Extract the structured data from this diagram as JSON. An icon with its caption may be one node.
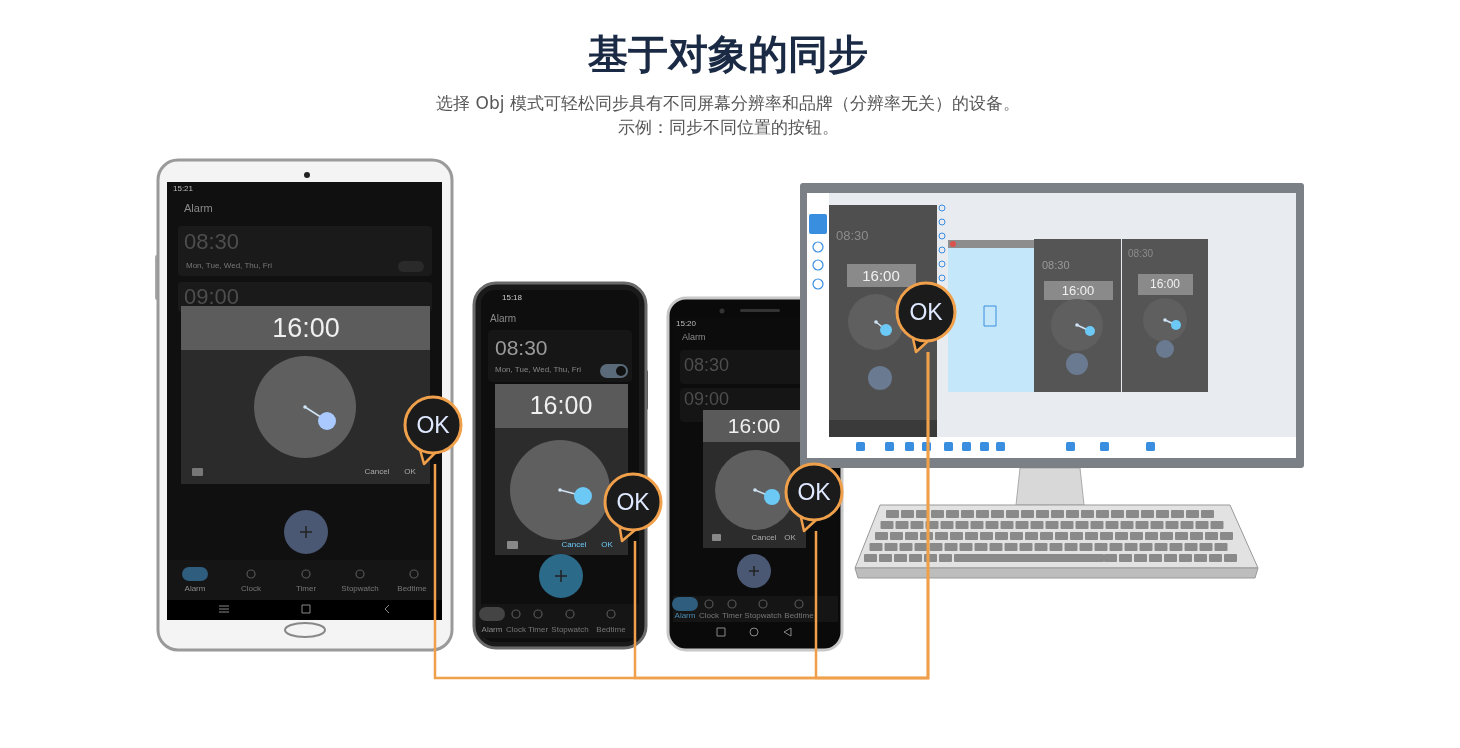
{
  "diagram": {
    "title": "基于对象的同步",
    "nodes": [
      {
        "text": [
          "OK"
        ]
      },
      {
        "text": [
          "OK"
        ]
      },
      {
        "text": [
          "OK"
        ]
      },
      {
        "text": [
          "OK"
        ]
      }
    ],
    "edges": [
      {
        "from": 3,
        "to": 0,
        "arrow": "none",
        "color": "#f0a04a"
      },
      {
        "from": 3,
        "to": 1,
        "arrow": "none",
        "color": "#f0a04a"
      },
      {
        "from": 3,
        "to": 2,
        "arrow": "none",
        "color": "#f0a04a"
      }
    ],
    "labels": [
      "选择 Obj 模式可轻松同步具有不同屏幕分辨率和品牌（分辨率无关）的设备。",
      "示例：同步不同位置的按钮。",
      "15:21",
      "Alarm",
      "08:30",
      "Mon, Tue, Wed, Thu, Fri",
      "09:00",
      "16:00",
      "Cancel",
      "OK",
      "Alarm",
      "Clock",
      "Timer",
      "Stopwatch",
      "Bedtime",
      "15:18",
      "Alarm",
      "08:30",
      "Mon, Tue, Wed, Thu, Fri",
      "16:00",
      "Cancel",
      "OK",
      "Alarm",
      "Clock",
      "Timer",
      "Stopwatch",
      "Bedtime",
      "15:20",
      "Alarm",
      "08:30",
      "09:00",
      "16:00",
      "Cancel",
      "OK",
      "Alarm",
      "Clock",
      "Timer",
      "Stopwatch",
      "Bedtime",
      "08:30",
      "16:00",
      "08:30",
      "16:00",
      "08:30",
      "16:00"
    ]
  }
}
